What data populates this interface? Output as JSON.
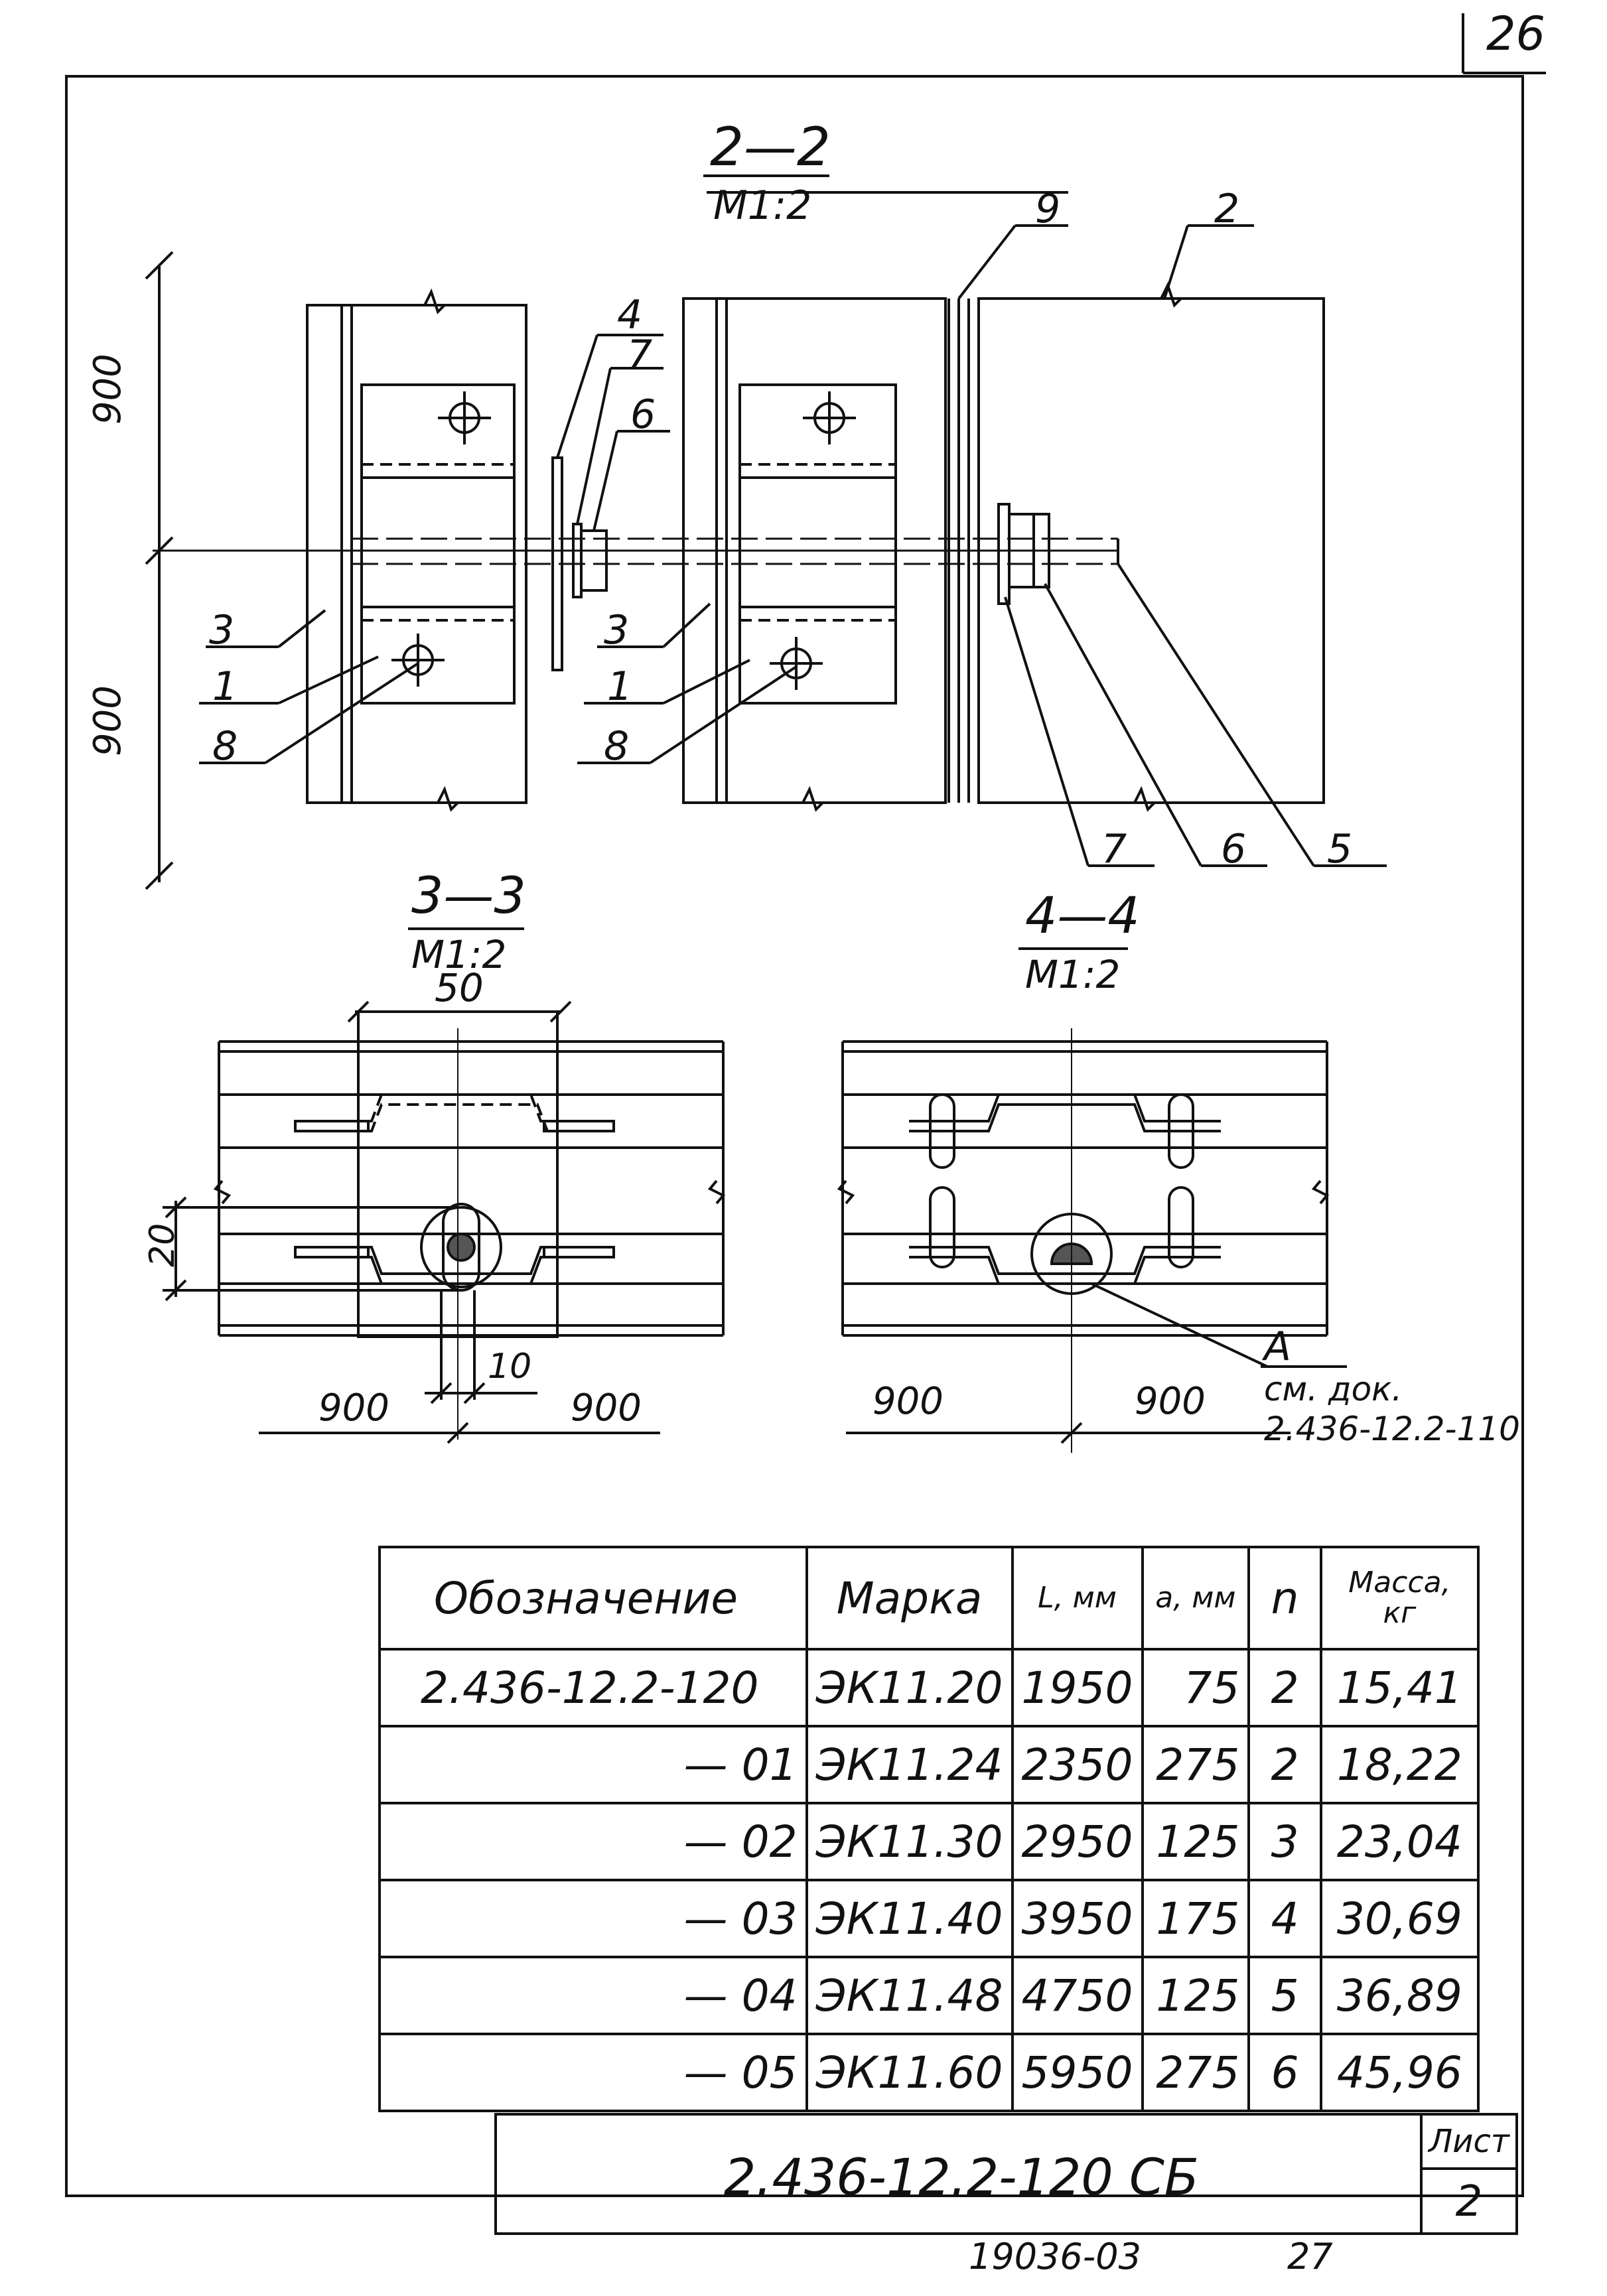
{
  "page_number": "26",
  "sections": [
    {
      "title": "2—2",
      "scale": "М1:2"
    },
    {
      "title": "3—3",
      "scale": "М1:2"
    },
    {
      "title": "4—4",
      "scale": "М1:2"
    }
  ],
  "callouts_section_2": {
    "top": [
      "9",
      "2"
    ],
    "middle": [
      "4",
      "7",
      "6"
    ],
    "left": [
      "3",
      "1",
      "8"
    ],
    "center": [
      "3",
      "1",
      "8"
    ],
    "bottom": [
      "7",
      "6",
      "5"
    ]
  },
  "dimensions": {
    "vertical_upper": "900",
    "vertical_lower": "900",
    "width_50": "50",
    "height_20": "20",
    "gap_10": "10",
    "left_900_a": "900",
    "right_900_a": "900",
    "left_900_b": "900",
    "right_900_b": "900"
  },
  "detail_note": {
    "mark": "А",
    "line1": "см. док.",
    "line2": "2.436-12.2-110"
  },
  "table": {
    "headers": {
      "designation": "Обозначение",
      "mark": "Марка",
      "L": "L, мм",
      "a": "а, мм",
      "n": "n",
      "mass": "Масса, кг"
    },
    "rows": [
      {
        "designation": "2.436-12.2-120",
        "mark": "ЭК11.20",
        "L": "1950",
        "a": "75",
        "n": "2",
        "mass": "15,41"
      },
      {
        "designation": "— 01",
        "mark": "ЭК11.24",
        "L": "2350",
        "a": "275",
        "n": "2",
        "mass": "18,22"
      },
      {
        "designation": "— 02",
        "mark": "ЭК11.30",
        "L": "2950",
        "a": "125",
        "n": "3",
        "mass": "23,04"
      },
      {
        "designation": "— 03",
        "mark": "ЭК11.40",
        "L": "3950",
        "a": "175",
        "n": "4",
        "mass": "30,69"
      },
      {
        "designation": "— 04",
        "mark": "ЭК11.48",
        "L": "4750",
        "a": "125",
        "n": "5",
        "mass": "36,89"
      },
      {
        "designation": "— 05",
        "mark": "ЭК11.60",
        "L": "5950",
        "a": "275",
        "n": "6",
        "mass": "45,96"
      }
    ]
  },
  "title_block": {
    "document_code": "2.436-12.2-120 СБ",
    "sheet_label": "Лист",
    "sheet_number": "2"
  },
  "footer": {
    "archive_code": "19036-03",
    "page": "27"
  }
}
